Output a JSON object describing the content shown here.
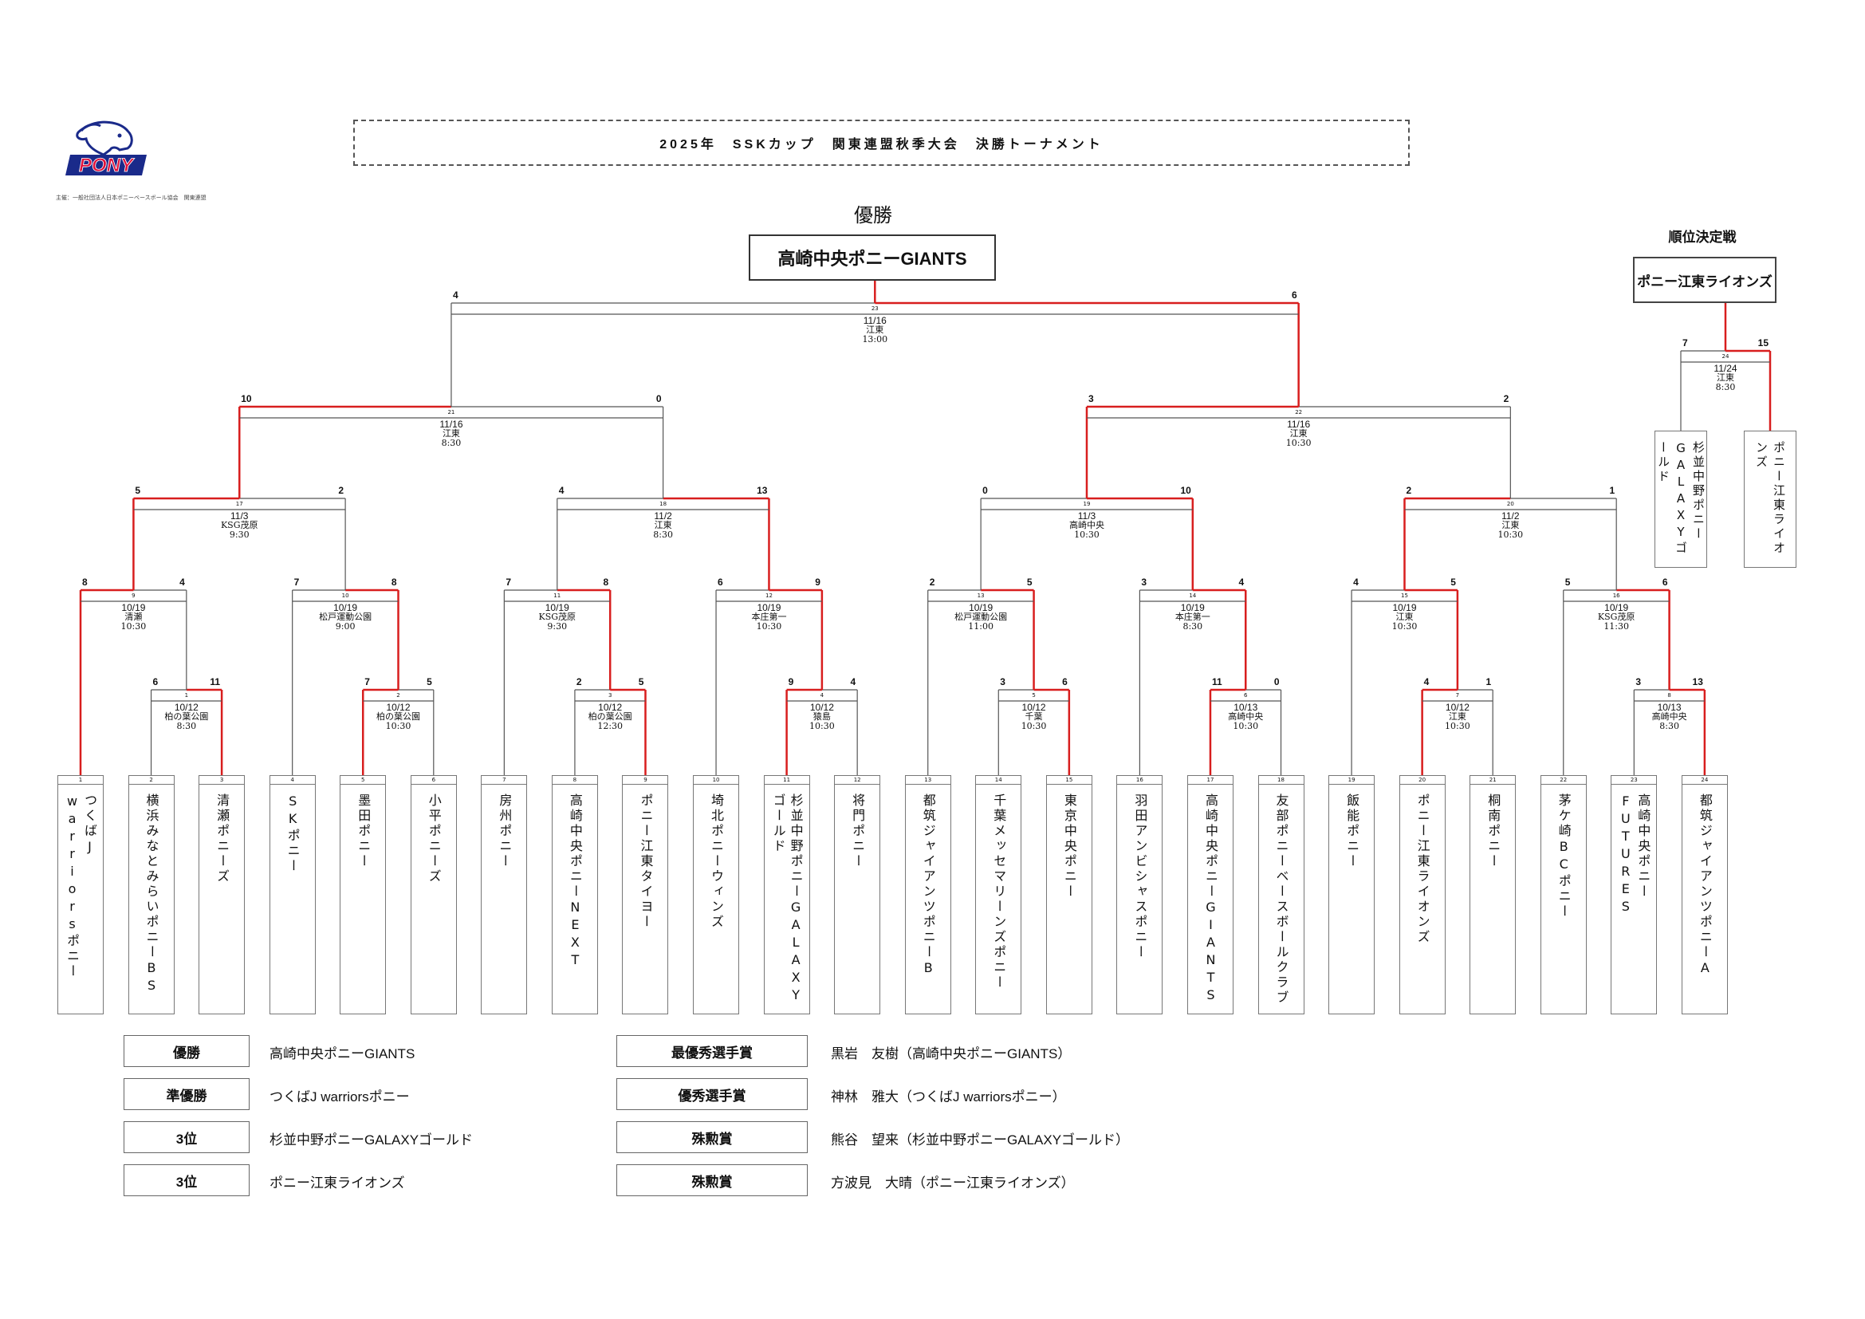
{
  "header": {
    "logo_text": "PONY",
    "host_line": "主催：一般社団法人日本ポニーベースボール協会　関東連盟",
    "title": "2025年　SSKカップ　関東連盟秋季大会　決勝トーナメント"
  },
  "champion": {
    "label": "優勝",
    "team": "高崎中央ポニーGIANTS"
  },
  "placing_match": {
    "label": "順位決定戦",
    "winner": "ポニー江東ライオンズ",
    "game": {
      "no": "24",
      "date": "11/24",
      "venue": "江東",
      "time": "8:30",
      "score_left": "7",
      "score_right": "15"
    },
    "teams": [
      "杉並中野ポニーGALAXYゴールド",
      "ポニー江東ライオンズ"
    ]
  },
  "teams": [
    {
      "no": "1",
      "name": "つくばJ warriorsポニー"
    },
    {
      "no": "2",
      "name": "横浜みなとみらいポニーBS"
    },
    {
      "no": "3",
      "name": "清瀬ポニーズ"
    },
    {
      "no": "4",
      "name": "SKポニー"
    },
    {
      "no": "5",
      "name": "墨田ポニー"
    },
    {
      "no": "6",
      "name": "小平ポニーズ"
    },
    {
      "no": "7",
      "name": "房州ポニー"
    },
    {
      "no": "8",
      "name": "高崎中央ポニーNEXT"
    },
    {
      "no": "9",
      "name": "ポニー江東タイヨー"
    },
    {
      "no": "10",
      "name": "埼北ポニーウィンズ"
    },
    {
      "no": "11",
      "name": "杉並中野ポニーGALAXYゴールド"
    },
    {
      "no": "12",
      "name": "将門ポニー"
    },
    {
      "no": "13",
      "name": "都筑ジャイアンツポニーB"
    },
    {
      "no": "14",
      "name": "千葉メッセマリーンズポニー"
    },
    {
      "no": "15",
      "name": "東京中央ポニー"
    },
    {
      "no": "16",
      "name": "羽田アンビシャスポニー"
    },
    {
      "no": "17",
      "name": "高崎中央ポニーGIANTS"
    },
    {
      "no": "18",
      "name": "友部ポニーベースボールクラブ"
    },
    {
      "no": "19",
      "name": "飯能ポニー"
    },
    {
      "no": "20",
      "name": "ポニー江東ライオンズ"
    },
    {
      "no": "21",
      "name": "桐南ポニー"
    },
    {
      "no": "22",
      "name": "茅ケ崎BCポニー"
    },
    {
      "no": "23",
      "name": "高崎中央ポニーFUTURES"
    },
    {
      "no": "24",
      "name": "都筑ジャイアンツポニーA"
    }
  ],
  "games": [
    {
      "no": "1",
      "date": "10/12",
      "venue": "柏の葉公園",
      "time": "8:30",
      "score_left": "6",
      "score_right": "11",
      "winner": "right"
    },
    {
      "no": "2",
      "date": "10/12",
      "venue": "柏の葉公園",
      "time": "10:30",
      "score_left": "7",
      "score_right": "5",
      "winner": "left"
    },
    {
      "no": "3",
      "date": "10/12",
      "venue": "柏の葉公園",
      "time": "12:30",
      "score_left": "2",
      "score_right": "5",
      "winner": "right"
    },
    {
      "no": "4",
      "date": "10/12",
      "venue": "猿島",
      "time": "10:30",
      "score_left": "9",
      "score_right": "4",
      "winner": "left"
    },
    {
      "no": "5",
      "date": "10/12",
      "venue": "千葉",
      "time": "10:30",
      "score_left": "3",
      "score_right": "6",
      "winner": "right"
    },
    {
      "no": "6",
      "date": "10/13",
      "venue": "高崎中央",
      "time": "10:30",
      "score_left": "11",
      "score_right": "0",
      "winner": "left"
    },
    {
      "no": "7",
      "date": "10/12",
      "venue": "江東",
      "time": "10:30",
      "score_left": "4",
      "score_right": "1",
      "winner": "left"
    },
    {
      "no": "8",
      "date": "10/13",
      "venue": "高崎中央",
      "time": "8:30",
      "score_left": "3",
      "score_right": "13",
      "winner": "right"
    },
    {
      "no": "9",
      "date": "10/19",
      "venue": "清瀬",
      "time": "10:30",
      "score_left": "8",
      "score_right": "4",
      "winner": "left"
    },
    {
      "no": "10",
      "date": "10/19",
      "venue": "松戸運動公園",
      "time": "9:00",
      "score_left": "7",
      "score_right": "8",
      "winner": "right"
    },
    {
      "no": "11",
      "date": "10/19",
      "venue": "KSG茂原",
      "time": "9:30",
      "score_left": "7",
      "score_right": "8",
      "winner": "right"
    },
    {
      "no": "12",
      "date": "10/19",
      "venue": "本庄第一",
      "time": "10:30",
      "score_left": "6",
      "score_right": "9",
      "winner": "right"
    },
    {
      "no": "13",
      "date": "10/19",
      "venue": "松戸運動公園",
      "time": "11:00",
      "score_left": "2",
      "score_right": "5",
      "winner": "right"
    },
    {
      "no": "14",
      "date": "10/19",
      "venue": "本庄第一",
      "time": "8:30",
      "score_left": "3",
      "score_right": "4",
      "winner": "right"
    },
    {
      "no": "15",
      "date": "10/19",
      "venue": "江東",
      "time": "10:30",
      "score_left": "4",
      "score_right": "5",
      "winner": "right"
    },
    {
      "no": "16",
      "date": "10/19",
      "venue": "KSG茂原",
      "time": "11:30",
      "score_left": "5",
      "score_right": "6",
      "winner": "right"
    },
    {
      "no": "17",
      "date": "11/3",
      "venue": "KSG茂原",
      "time": "9:30",
      "score_left": "5",
      "score_right": "2",
      "winner": "left"
    },
    {
      "no": "18",
      "date": "11/2",
      "venue": "江東",
      "time": "8:30",
      "score_left": "4",
      "score_right": "13",
      "winner": "right"
    },
    {
      "no": "19",
      "date": "11/3",
      "venue": "高崎中央",
      "time": "10:30",
      "score_left": "0",
      "score_right": "10",
      "winner": "right"
    },
    {
      "no": "20",
      "date": "11/2",
      "venue": "江東",
      "time": "10:30",
      "score_left": "2",
      "score_right": "1",
      "winner": "left"
    },
    {
      "no": "21",
      "date": "11/16",
      "venue": "江東",
      "time": "8:30",
      "score_left": "10",
      "score_right": "0",
      "winner": "left"
    },
    {
      "no": "22",
      "date": "11/16",
      "venue": "江東",
      "time": "10:30",
      "score_left": "3",
      "score_right": "2",
      "winner": "left"
    },
    {
      "no": "23",
      "date": "11/16",
      "venue": "江東",
      "time": "13:00",
      "score_left": "4",
      "score_right": "6",
      "winner": "right"
    }
  ],
  "awards": {
    "results": [
      {
        "label": "優勝",
        "value": "高崎中央ポニーGIANTS"
      },
      {
        "label": "準優勝",
        "value": "つくばJ warriorsポニー"
      },
      {
        "label": "3位",
        "value": "杉並中野ポニーGALAXYゴールド"
      },
      {
        "label": "3位",
        "value": "ポニー江東ライオンズ"
      }
    ],
    "players": [
      {
        "label": "最優秀選手賞",
        "value": "黒岩　友樹（高崎中央ポニーGIANTS）"
      },
      {
        "label": "優秀選手賞",
        "value": "神林　雅大（つくばJ warriorsポニー）"
      },
      {
        "label": "殊勲賞",
        "value": "熊谷　望来（杉並中野ポニーGALAXYゴールド）"
      },
      {
        "label": "殊勲賞",
        "value": "方波見　大晴（ポニー江東ライオンズ）"
      }
    ]
  },
  "colors": {
    "win_line": "#d81e1e",
    "line": "#555555",
    "logo_red": "#e0103a",
    "logo_blue": "#1a2a8a"
  }
}
